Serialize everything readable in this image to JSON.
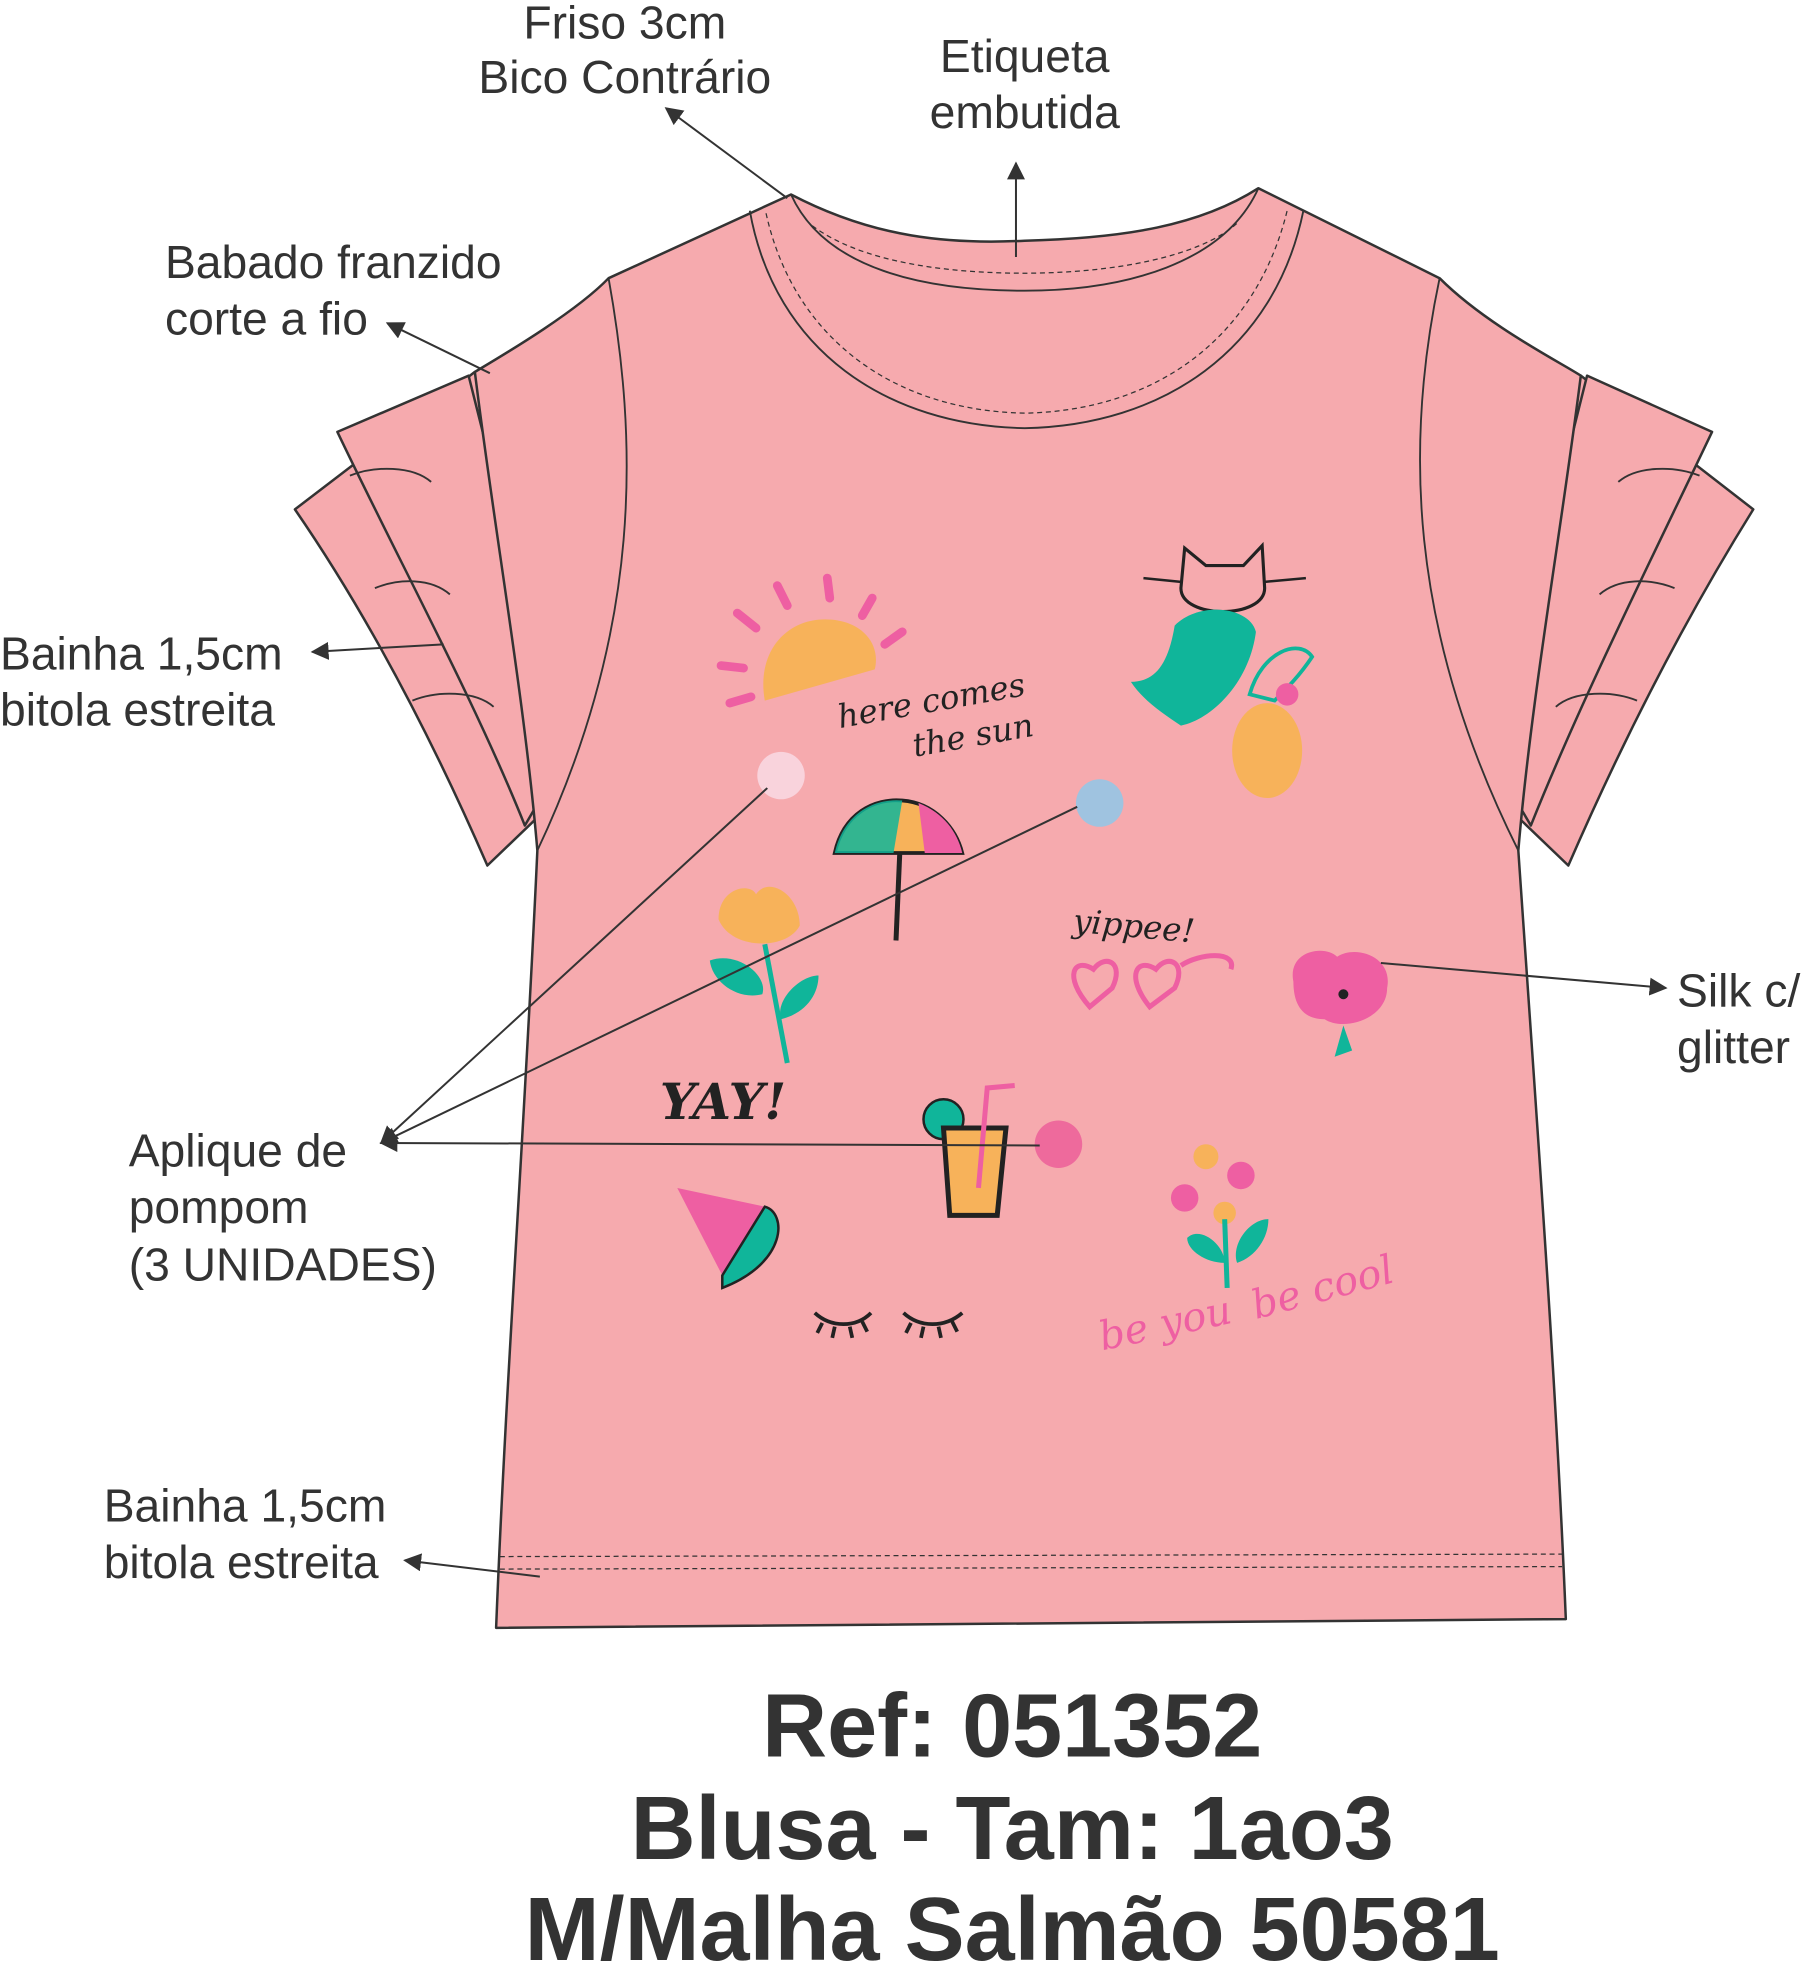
{
  "annotations": {
    "collar": [
      "Friso 3cm",
      "Bico Contrário"
    ],
    "label": [
      "Etiqueta",
      "embutida"
    ],
    "ruffle": [
      "Babado franzido",
      "corte a fio"
    ],
    "sleeve_hem": [
      "Bainha 1,5cm",
      "bitola estreita"
    ],
    "silk": [
      "Silk c/",
      "glitter"
    ],
    "pompom": [
      "Aplique de",
      "pompom",
      "(3 UNIDADES)"
    ],
    "body_hem": [
      "Bainha 1,5cm",
      "bitola estreita"
    ]
  },
  "print_texts": {
    "sun_line1": "here comes",
    "sun_line2": "the sun",
    "yippee": "yippee!",
    "yay": "YAY!",
    "be_you": "be you",
    "be_cool": "be cool"
  },
  "colors": {
    "fabric": "#f6aaae",
    "pink": "#ee5fa2",
    "yellow": "#f7b25a",
    "teal": "#10b59a",
    "pompom_light": "#f9d3dc",
    "pompom_blue": "#9fc3e0",
    "pompom_pink": "#ee6a9c"
  },
  "footer": {
    "ref": "Ref: 051352",
    "product": "Blusa - Tam: 1ao3",
    "fabric": "M/Malha Salmão 50581"
  }
}
